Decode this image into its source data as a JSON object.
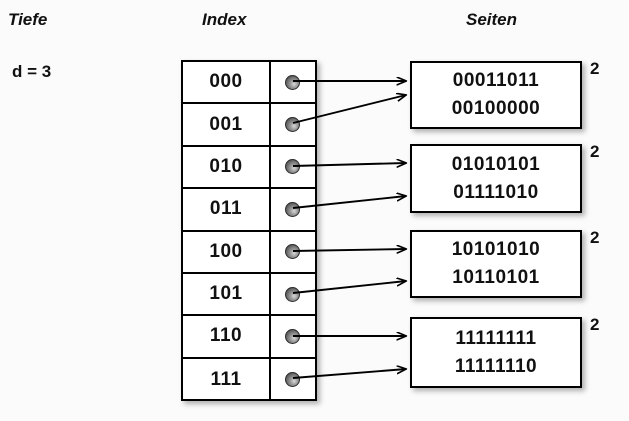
{
  "headers": {
    "depth": "Tiefe",
    "index": "Index",
    "pages": "Seiten"
  },
  "global_depth": {
    "label": "d = 3"
  },
  "index_table": {
    "rows": [
      {
        "key": "000",
        "pointer": "pointer-dot",
        "target_page": 0
      },
      {
        "key": "001",
        "pointer": "pointer-dot",
        "target_page": 0
      },
      {
        "key": "010",
        "pointer": "pointer-dot",
        "target_page": 1
      },
      {
        "key": "011",
        "pointer": "pointer-dot",
        "target_page": 1
      },
      {
        "key": "100",
        "pointer": "pointer-dot",
        "target_page": 2
      },
      {
        "key": "101",
        "pointer": "pointer-dot",
        "target_page": 2
      },
      {
        "key": "110",
        "pointer": "pointer-dot",
        "target_page": 3
      },
      {
        "key": "111",
        "pointer": "pointer-dot",
        "target_page": 3
      }
    ]
  },
  "pages": [
    {
      "records": [
        "00011011",
        "00100000"
      ],
      "local_depth": "2"
    },
    {
      "records": [
        "01010101",
        "01111010"
      ],
      "local_depth": "2"
    },
    {
      "records": [
        "10101010",
        "10110101"
      ],
      "local_depth": "2"
    },
    {
      "records": [
        "11111111",
        "11111110"
      ],
      "local_depth": "2"
    }
  ],
  "colors": {
    "background": "#fbfbfb",
    "box_fill": "#ffffff",
    "stroke": "#000000",
    "text": "#111111",
    "dot": "#5e5e5e"
  }
}
